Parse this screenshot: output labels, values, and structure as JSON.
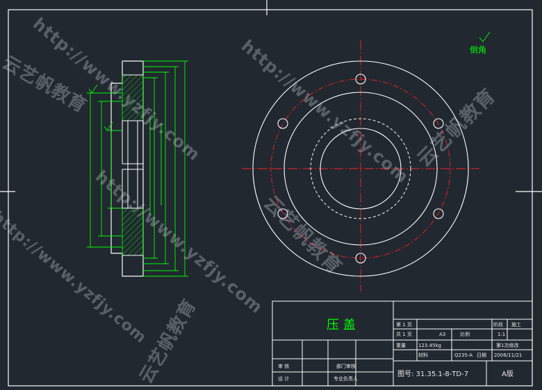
{
  "drawing": {
    "title": "压 盖",
    "note_chamfer": "倒角",
    "drawing_number": "图号: 31.35.1-8-TD-7",
    "version": "A版"
  },
  "title_block": {
    "sheet": "第 1 页",
    "total": "共 1 页",
    "weight": "重量",
    "weight_value": "123.45kg",
    "format": "A3",
    "scale_label": "比例",
    "scale": "1:1",
    "material_label": "材料",
    "material": "Q235-A",
    "date_label": "日期",
    "date": "2006/11/21",
    "stage_label": "阶段",
    "stage": "施工",
    "revision": "第1次修改",
    "review": "审 核",
    "design": "设 计",
    "dept_review": "部门审核",
    "chief": "专业负责人"
  },
  "watermarks": {
    "url": "http://www.yzfjy.com",
    "brand": "云艺帆教育"
  },
  "colors": {
    "background": "#212830",
    "lines": "#ffffff",
    "dimension": "#00ff00",
    "centerline": "#ff2020",
    "hatch": "#00ff00",
    "text_green": "#00ff00"
  }
}
